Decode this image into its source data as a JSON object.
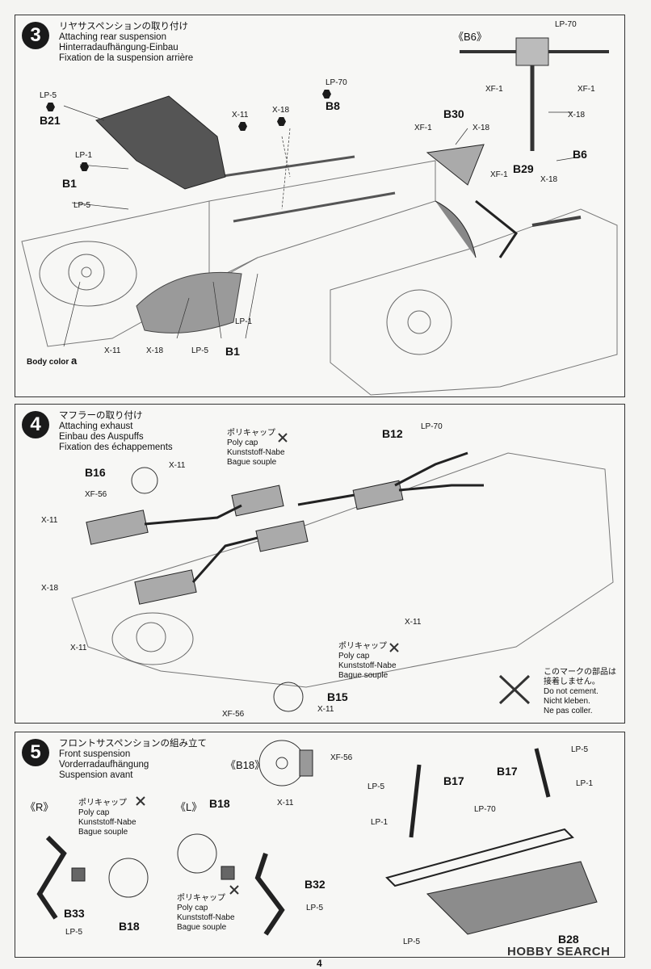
{
  "step3": {
    "number": "3",
    "title_jp": "リヤサスペンションの取り付け",
    "title_en": "Attaching rear suspension",
    "title_de": "Hinterradaufhängung-Einbau",
    "title_fr": "Fixation de la suspension arrière",
    "labels": {
      "lp5_a": "LP-5",
      "b21": "B21",
      "lp1_a": "LP-1",
      "b1_a": "B1",
      "lp5_b": "LP-5",
      "x11_a": "X-11",
      "x18_a": "X-18",
      "lp70_a": "LP-70",
      "b8": "B8",
      "x11_b": "X-11",
      "x18_b": "X-18",
      "lp5_c": "LP-5",
      "b1_b": "B1",
      "lp1_b": "LP-1",
      "body_color": "Body color",
      "body_color_code": "a",
      "b6_box": "《B6》",
      "lp70_b": "LP-70",
      "xf1_a": "XF-1",
      "xf1_b": "XF-1",
      "x18_c": "X-18",
      "b30": "B30",
      "xf1_c": "XF-1",
      "x18_d": "X-18",
      "xf1_d": "XF-1",
      "b29": "B29",
      "x18_e": "X-18",
      "b6": "B6"
    }
  },
  "step4": {
    "number": "4",
    "title_jp": "マフラーの取り付け",
    "title_en": "Attaching exhaust",
    "title_de": "Einbau des Auspuffs",
    "title_fr": "Fixation des échappements",
    "polycap_top": [
      "ポリキャップ",
      "Poly cap",
      "Kunststoff-Nabe",
      "Bague souple"
    ],
    "polycap_bottom": [
      "ポリキャップ",
      "Poly cap",
      "Kunststoff-Nabe",
      "Bague souple"
    ],
    "no_cement": [
      "このマークの部品は",
      "接着しません。",
      "Do not cement.",
      "Nicht kleben.",
      "Ne pas coller."
    ],
    "labels": {
      "b16": "B16",
      "x11_a": "X-11",
      "xf56_a": "XF-56",
      "x11_b": "X-11",
      "x18": "X-18",
      "x11_c": "X-11",
      "b12": "B12",
      "lp70": "LP-70",
      "x11_d": "X-11",
      "b15": "B15",
      "xf56_b": "XF-56",
      "x11_e": "X-11"
    }
  },
  "step5": {
    "number": "5",
    "title_jp": "フロントサスペンションの組み立て",
    "title_en": "Front suspension",
    "title_de": "Vorderradaufhängung",
    "title_fr": "Suspension avant",
    "polycap_r": [
      "ポリキャップ",
      "Poly cap",
      "Kunststoff-Nabe",
      "Bague souple"
    ],
    "polycap_l": [
      "ポリキャップ",
      "Poly cap",
      "Kunststoff-Nabe",
      "Bague souple"
    ],
    "labels": {
      "r": "《R》",
      "l": "《L》",
      "b18_box": "《B18》",
      "xf56": "XF-56",
      "x11": "X-11",
      "b33": "B33",
      "lp5_a": "LP-5",
      "b18_a": "B18",
      "b18_b": "B18",
      "b32": "B32",
      "lp5_b": "LP-5",
      "lp5_c": "LP-5",
      "b17_a": "B17",
      "lp1_a": "LP-1",
      "lp70": "LP-70",
      "b17_b": "B17",
      "lp5_d": "LP-5",
      "lp1_b": "LP-1",
      "b28": "B28",
      "lp5_e": "LP-5"
    }
  },
  "page_number": "4",
  "watermark": "HOBBY SEARCH"
}
